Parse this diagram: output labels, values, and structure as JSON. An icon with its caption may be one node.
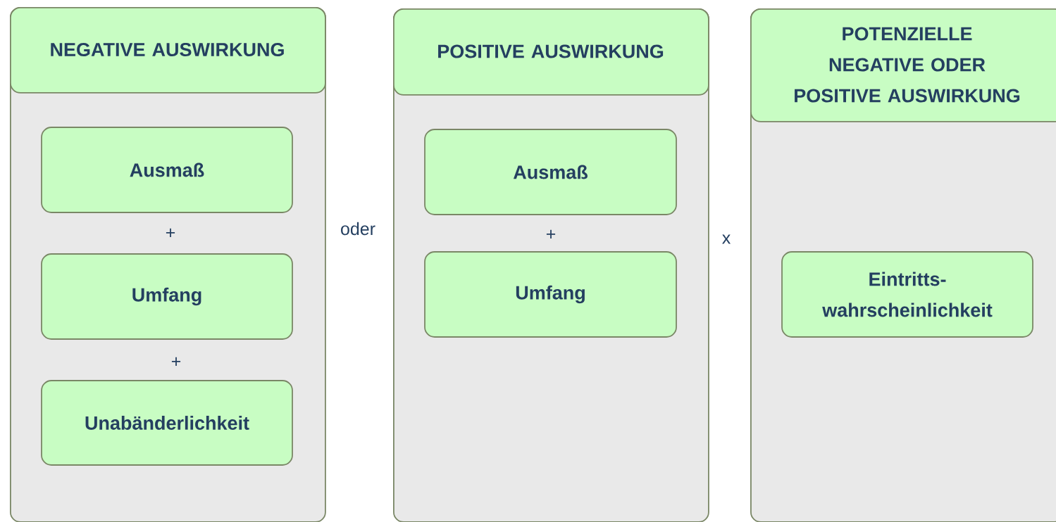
{
  "diagram": {
    "nodes": [
      {
        "text": [
          "NEGATIVE AUSWIRKUNG"
        ]
      },
      {
        "text": [
          "Ausmaß"
        ],
        "in": 0
      },
      {
        "text": [
          "Umfang"
        ],
        "in": 0
      },
      {
        "text": [
          "Unabänderlichkeit"
        ],
        "in": 0
      },
      {
        "text": [
          "POSITIVE AUSWIRKUNG"
        ]
      },
      {
        "text": [
          "Ausmaß"
        ],
        "in": 4
      },
      {
        "text": [
          "Umfang"
        ],
        "in": 4
      },
      {
        "text": [
          "POTENZIELLE NEGATIVE ODER POSITIVE AUSWIRKUNG"
        ]
      },
      {
        "text": [
          "Eintritts- wahrscheinlichkeit"
        ],
        "in": 7
      }
    ],
    "labels": [
      "+",
      "+",
      "oder",
      "+",
      "x"
    ]
  }
}
